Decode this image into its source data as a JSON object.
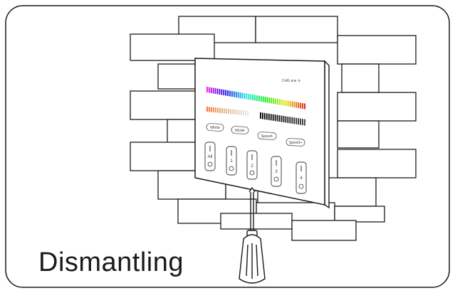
{
  "caption": "Dismantling",
  "panel": {
    "brand": "2.4G ≋≋ ⚞",
    "buttons": [
      "White",
      "Mode",
      "Speed-",
      "Speed+"
    ],
    "channels": [
      "All",
      "1",
      "2",
      "3",
      "4"
    ]
  },
  "colors": {
    "stroke": "#1a1a1a",
    "background": "#ffffff"
  },
  "icons": [
    "screwdriver-icon",
    "wall-bricks",
    "touch-panel"
  ]
}
